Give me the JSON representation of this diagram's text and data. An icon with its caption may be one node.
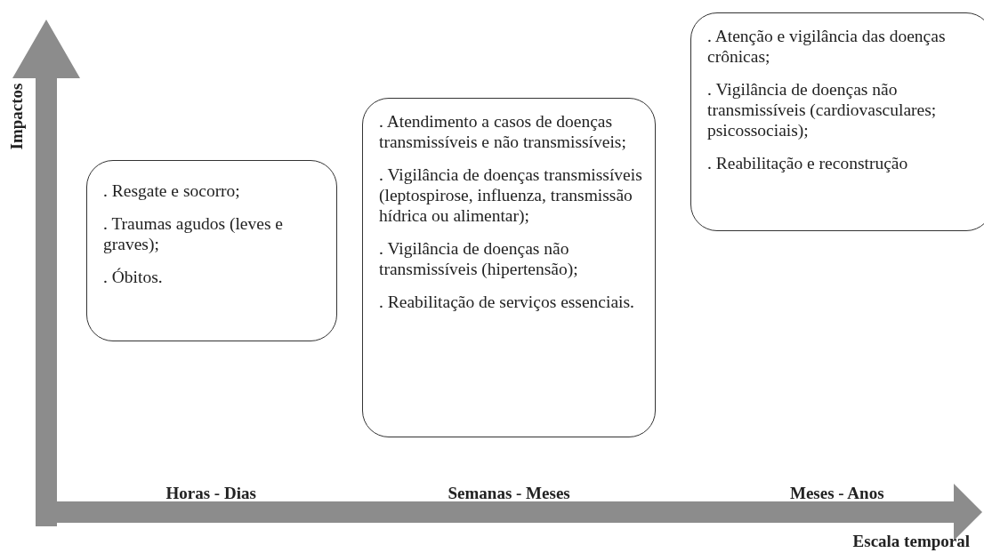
{
  "diagram": {
    "nodes": [
      {
        "text": [
          ". Resgate e socorro;",
          ". Traumas agudos (leves e graves);",
          ". Óbitos."
        ]
      },
      {
        "text": [
          ". Atendimento a casos de doenças transmissíveis e não transmissíveis;",
          ". Vigilância de doenças transmissíveis (leptospirose, influenza, transmissão hídrica ou alimentar);",
          ". Vigilância de doenças não transmissíveis (hipertensão);",
          ". Reabilitação de serviços essenciais."
        ]
      },
      {
        "text": [
          ". Atenção e vigilância das doenças crônicas;",
          ". Vigilância de doenças não transmissíveis (cardiovasculares; psicossociais);",
          ". Reabilitação e reconstrução"
        ]
      }
    ],
    "edges": [],
    "labels": [
      "Impactos",
      "Horas - Dias",
      "Semanas - Meses",
      "Meses - Anos",
      "Escala temporal"
    ]
  }
}
